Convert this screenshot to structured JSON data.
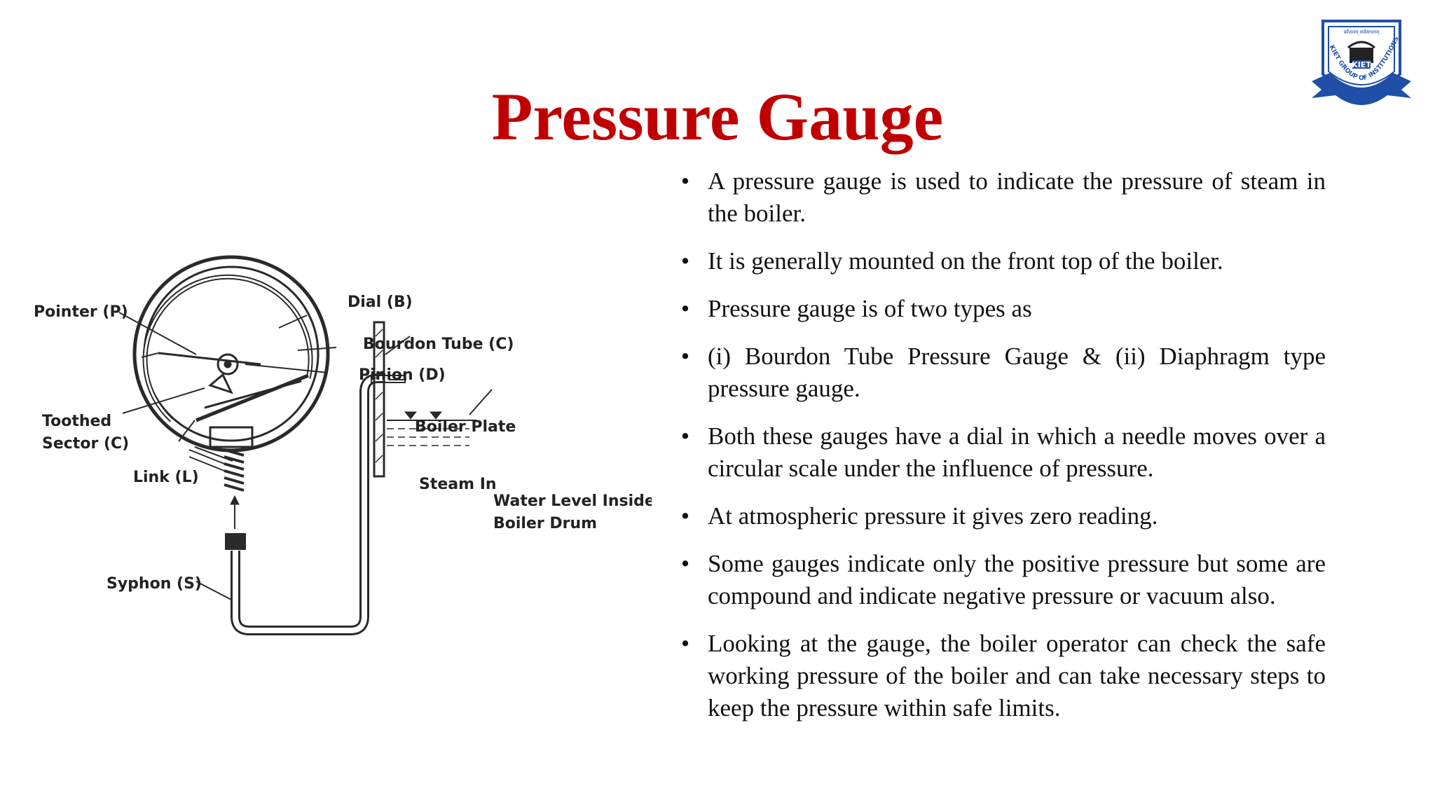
{
  "title": "Pressure Gauge",
  "logo": {
    "name": "KIET GROUP OF INSTITUTIONS",
    "badge_text": "KIET",
    "motto": "कौशलम् सर्वसाधनम्",
    "colors": {
      "blue": "#1f4fa6",
      "dark": "#222222"
    }
  },
  "colors": {
    "title": "#c00000",
    "text": "#111111",
    "diagram_line": "#2a2a2a"
  },
  "diagram": {
    "labels": {
      "pointer": "Pointer (P)",
      "dial": "Dial (B)",
      "bourdon_tube": "Bourdon Tube (C)",
      "pinion": "Pinion (D)",
      "toothed_line1": "Toothed",
      "toothed_line2": "Sector (C)",
      "link": "Link (L)",
      "boiler_plate": "Boiler Plate",
      "steam_in": "Steam In",
      "water_line1": "Water Level Inside",
      "water_line2": "Boiler Drum",
      "syphon": "Syphon (S)"
    }
  },
  "bullets": [
    "A pressure gauge is used to indicate the pressure of steam in the boiler.",
    "It is generally mounted on the front top of the boiler.",
    "Pressure gauge is of two types as",
    "(i) Bourdon Tube Pressure Gauge & (ii) Diaphragm type pressure gauge.",
    "Both these gauges have a dial in which a needle moves over a circular scale under the influence of pressure.",
    "At atmospheric pressure it gives zero reading.",
    "Some gauges indicate only the positive pressure but some are compound and indicate negative pressure or vacuum also.",
    "Looking at the gauge, the boiler operator can check the safe working pressure of the boiler and can take necessary steps to keep the pressure within safe limits."
  ],
  "bullet_symbol": "•"
}
